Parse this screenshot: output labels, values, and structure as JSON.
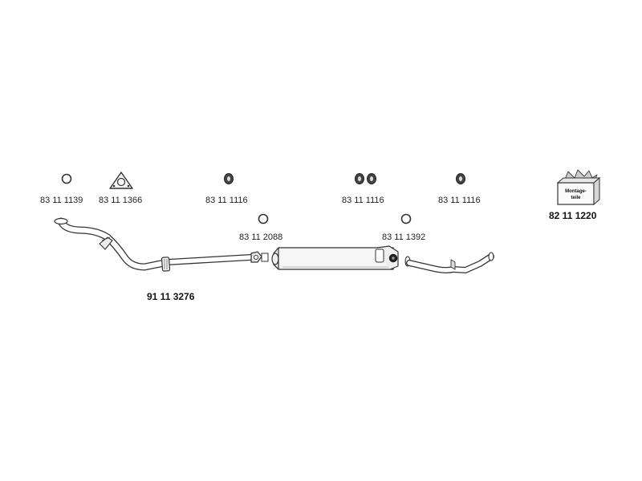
{
  "parts": {
    "ring_a": "83 11 1139",
    "flange_gasket": "83 11 1366",
    "rubber_mount_1": "83 11 1116",
    "rubber_mount_double": "83 11 1116",
    "rubber_mount_3": "83 11 1116",
    "mounting_kit": "82 11 1220",
    "ring_b": "83 11 2088",
    "ring_c": "83 11 1392",
    "front_pipe": "91 11 3276"
  },
  "kit_box_text": {
    "line1": "Montage-",
    "line2": "teile"
  },
  "icons": {
    "ring": "ring-icon",
    "gasket": "triangular-flange-gasket-icon",
    "mount": "rubber-mount-icon",
    "kit": "mounting-kit-box-icon"
  }
}
